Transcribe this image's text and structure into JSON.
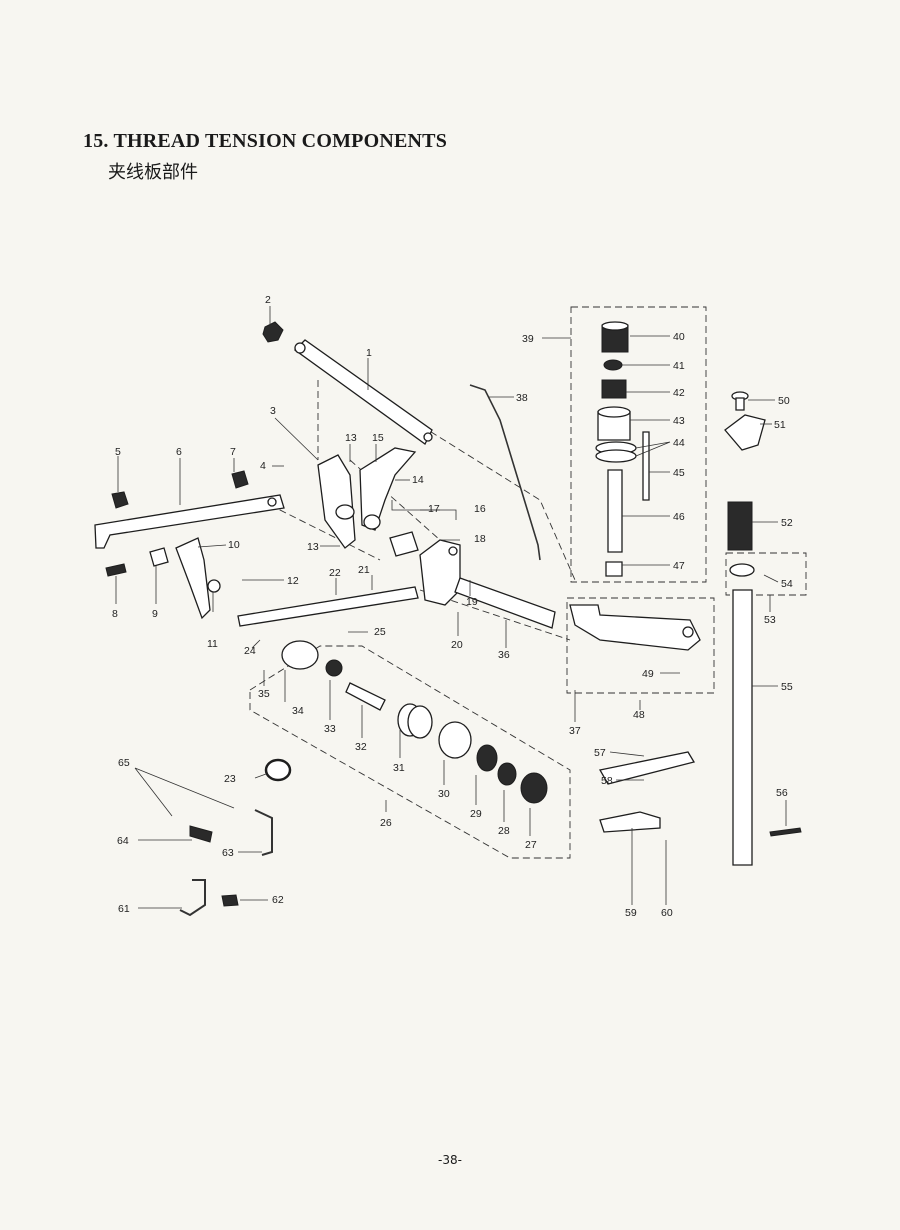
{
  "section": {
    "title": "15. THREAD TENSION COMPONENTS",
    "subtitle": "夹线板部件"
  },
  "page_number": "-38-",
  "part_labels": [
    "1",
    "2",
    "3",
    "4",
    "5",
    "6",
    "7",
    "8",
    "9",
    "10",
    "11",
    "12",
    "13",
    "13",
    "14",
    "15",
    "16",
    "17",
    "18",
    "19",
    "20",
    "21",
    "22",
    "23",
    "24",
    "25",
    "26",
    "27",
    "28",
    "29",
    "30",
    "31",
    "32",
    "33",
    "34",
    "35",
    "36",
    "37",
    "38",
    "39",
    "40",
    "41",
    "42",
    "43",
    "44",
    "45",
    "46",
    "47",
    "48",
    "49",
    "50",
    "51",
    "52",
    "53",
    "54",
    "55",
    "56",
    "57",
    "58",
    "59",
    "60",
    "61",
    "62",
    "63",
    "64",
    "65"
  ]
}
